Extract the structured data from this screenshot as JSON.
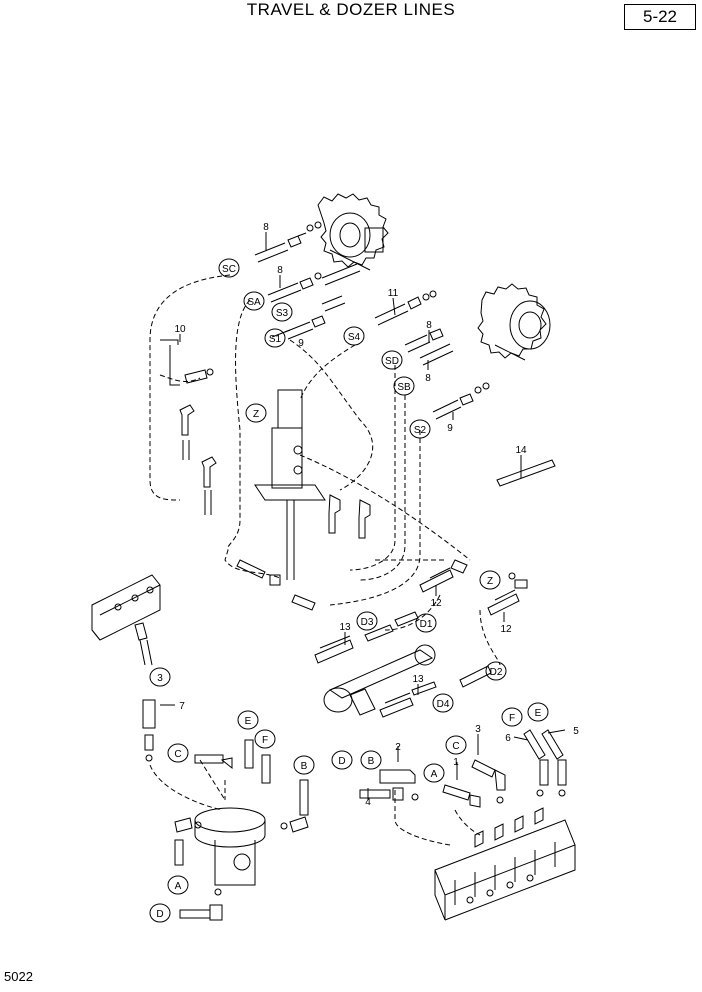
{
  "title": "TRAVEL & DOZER LINES",
  "page_number": "5-22",
  "footer_code": "5022",
  "port_labels": [
    "SC",
    "SA",
    "S3",
    "S1",
    "S4",
    "SD",
    "SB",
    "S2",
    "Z",
    "Z",
    "D3",
    "D1",
    "D2",
    "D4",
    "A",
    "B",
    "C",
    "D",
    "E",
    "F",
    "A",
    "B",
    "C",
    "D",
    "E",
    "F"
  ],
  "part_numbers": [
    "8",
    "8",
    "11",
    "8",
    "8",
    "10",
    "9",
    "9",
    "14",
    "12",
    "12",
    "13",
    "13",
    "3",
    "7",
    "2",
    "3",
    "1",
    "4",
    "5",
    "6"
  ]
}
